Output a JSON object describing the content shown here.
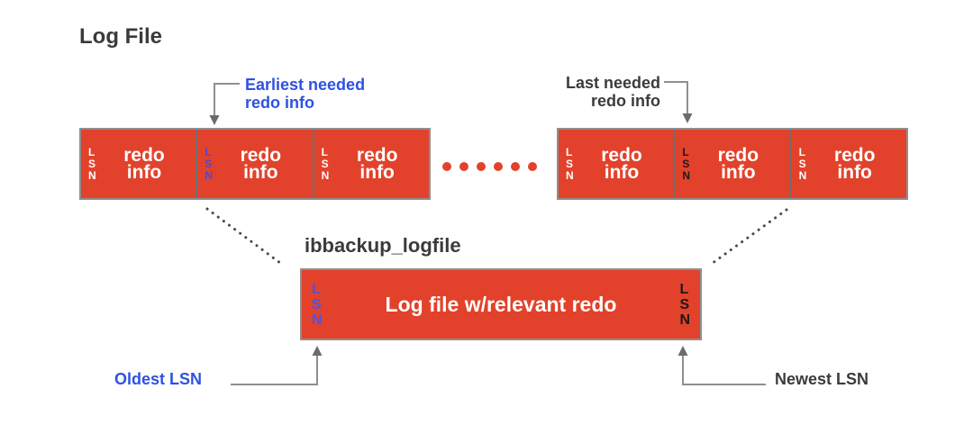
{
  "title": "Log File",
  "labels": {
    "earliest_needed": "Earliest needed\nredo info",
    "last_needed": "Last needed\nredo info",
    "oldest_lsn": "Oldest LSN",
    "newest_lsn": "Newest LSN"
  },
  "log_file_bar_left": {
    "segments": [
      {
        "lsn": "L\nS\nN",
        "lsn_color": "white",
        "label": "redo\ninfo"
      },
      {
        "lsn": "L\nS\nN",
        "lsn_color": "blue",
        "label": "redo\ninfo"
      },
      {
        "lsn": "L\nS\nN",
        "lsn_color": "white",
        "label": "redo\ninfo"
      }
    ]
  },
  "log_file_bar_right": {
    "segments": [
      {
        "lsn": "L\nS\nN",
        "lsn_color": "white",
        "label": "redo\ninfo"
      },
      {
        "lsn": "L\nS\nN",
        "lsn_color": "black",
        "label": "redo\ninfo"
      },
      {
        "lsn": "L\nS\nN",
        "lsn_color": "white",
        "label": "redo\ninfo"
      }
    ]
  },
  "ellipsis": {
    "dot_count": 6
  },
  "backup_file": {
    "title": "ibbackup_logfile",
    "lsn_left": "L\nS\nN",
    "lsn_left_color": "blue",
    "label": "Log file w/relevant redo",
    "lsn_right": "L\nS\nN",
    "lsn_right_color": "black"
  },
  "colors": {
    "bar_red": "#E2422B",
    "bar_border": "#8F8F8F",
    "segment_divider": "#6E6E6E",
    "label_blue": "#2E52E2",
    "lsn_blue_top": "#5148CE",
    "lsn_blue_bottom": "#4A55E8",
    "text_dark": "#3B3B3B",
    "text_black": "#1A1A1A",
    "text_white": "#FFFFFF",
    "arrow_gray": "#8F8F8F",
    "arrowhead_gray": "#6B6B6B",
    "dotted_gray": "#4A4A4A"
  }
}
